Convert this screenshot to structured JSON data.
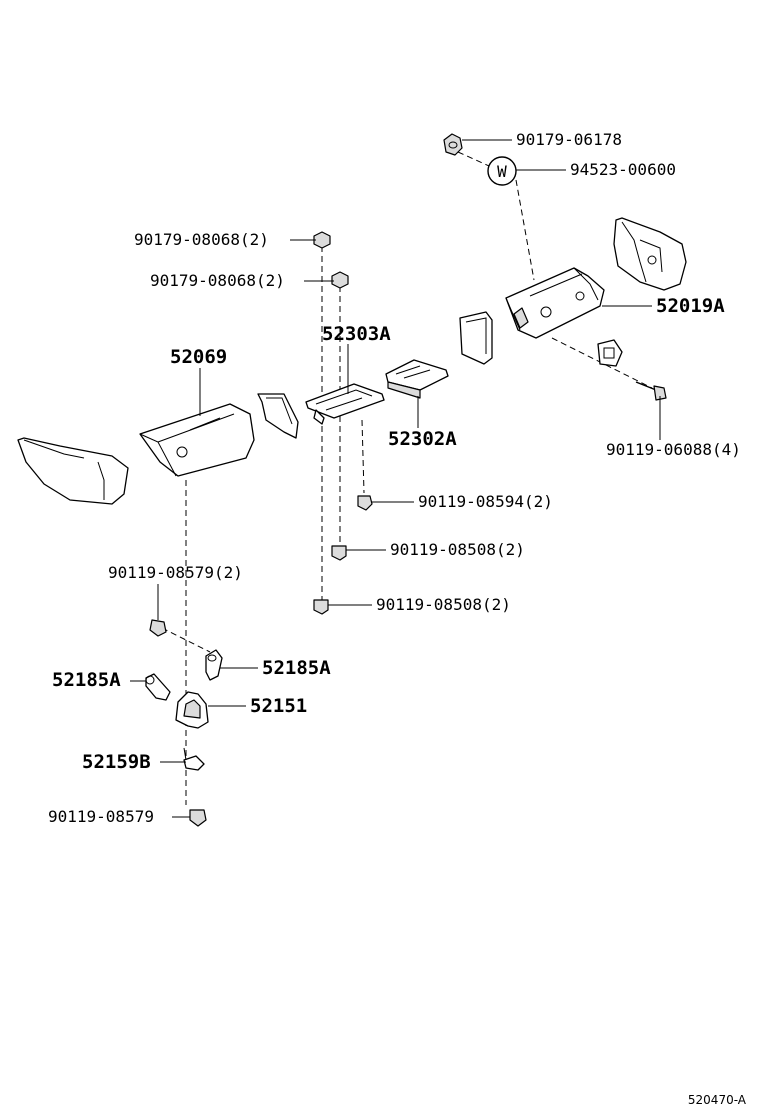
{
  "callouts": {
    "p90179_06178": "90179-06178",
    "p94523_00600": "94523-00600",
    "p90179_08068_a": "90179-08068(2)",
    "p90179_08068_b": "90179-08068(2)",
    "p52019A": "52019A",
    "p52303A": "52303A",
    "p52069": "52069",
    "p52302A": "52302A",
    "p90119_06088": "90119-06088(4)",
    "p90119_08594": "90119-08594(2)",
    "p90119_08508_a": "90119-08508(2)",
    "p90119_08579_a": "90119-08579(2)",
    "p90119_08508_b": "90119-08508(2)",
    "p52185A_right": "52185A",
    "p52185A_left": "52185A",
    "p52151": "52151",
    "p52159B": "52159B",
    "p90119_08579_b": "90119-08579"
  },
  "washer_symbol": "W",
  "figure_ref": "520470-A"
}
